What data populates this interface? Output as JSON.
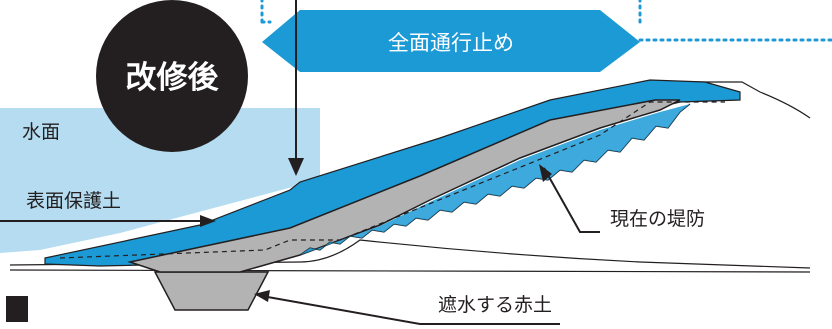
{
  "labels": {
    "after_repair": "改修後",
    "water_surface": "水面",
    "surface_protection_soil": "表面保護土",
    "road_closure": "全面通行止め",
    "current_levee": "現在の堤防",
    "red_soil": "遮水する赤土"
  },
  "colors": {
    "water": "#b5dcf0",
    "blue_fill": "#1b9ad6",
    "levee_gray": "#b3b3b3",
    "badge_black": "#231f20",
    "dotted_line": "#1b9ad6"
  }
}
